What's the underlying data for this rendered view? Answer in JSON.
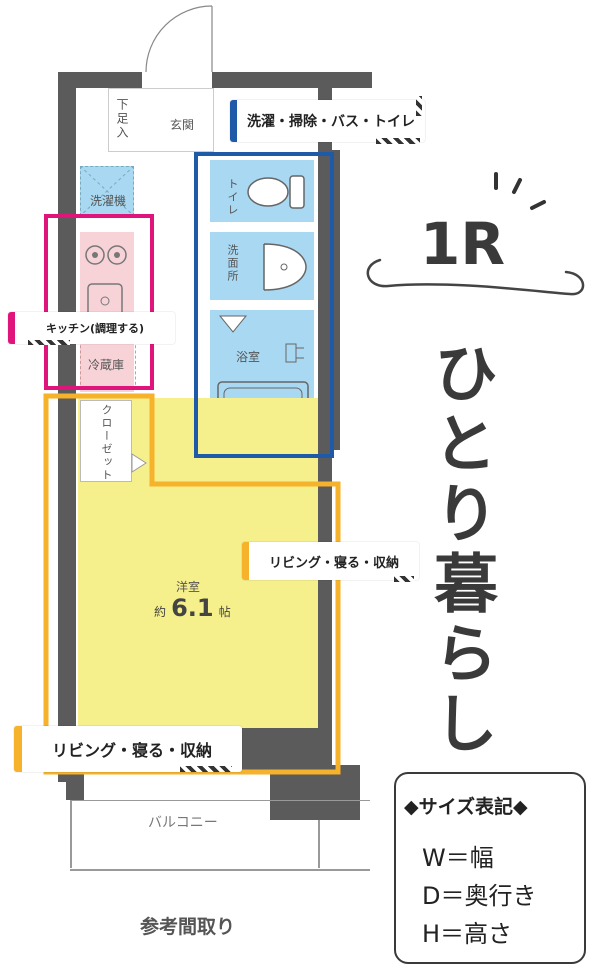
{
  "rooms": {
    "genkan": "玄関",
    "getabako": "下足入",
    "washer": "洗濯機",
    "toilet": "トイレ",
    "washroom": "洗面所",
    "bath": "浴室",
    "fridge": "冷蔵庫",
    "closet": "クローゼット",
    "western_room": "洋室",
    "size_prefix": "約",
    "size_value": "6.1",
    "size_unit": "帖",
    "balcony": "バルコニー"
  },
  "tags": {
    "laundry": "洗濯・掃除・バス・トイレ",
    "kitchen": "キッチン(調理する)",
    "living1": "リビング・寝る・収納",
    "living2": "リビング・寝る・収納"
  },
  "title": {
    "layout": "1R",
    "vertical": "ひとり暮らし"
  },
  "legend": {
    "heading": "◆サイズ表記◆",
    "w": "W＝幅",
    "d": "D＝奥行き",
    "h": "H＝高さ"
  },
  "caption": "参考間取り",
  "colors": {
    "blue_frame": "#1e5aa8",
    "pink_frame": "#e0157b",
    "orange_frame": "#f5b22a",
    "blue_room": "#a9d8f2",
    "pink_room": "#f7d3d8",
    "yellow_room": "#f5ef8c",
    "wall": "#5b5b5b"
  }
}
